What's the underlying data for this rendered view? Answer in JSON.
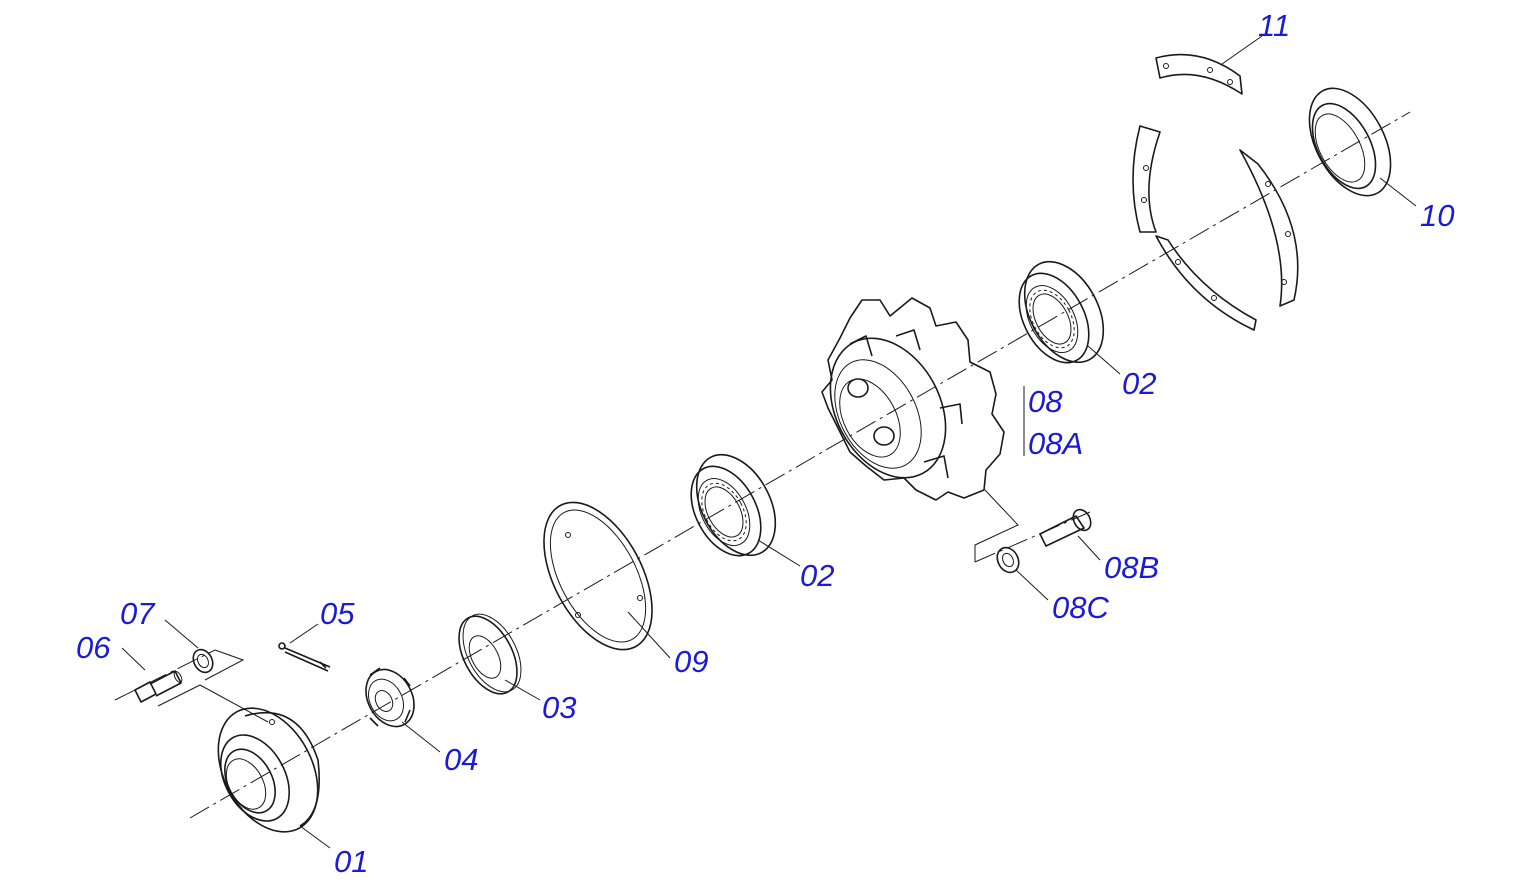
{
  "colors": {
    "callout": "#1a1ad8",
    "line": "#1a1a1a",
    "background": "#ffffff"
  },
  "callouts": {
    "c01": "01",
    "c02a": "02",
    "c02b": "02",
    "c03": "03",
    "c04": "04",
    "c05": "05",
    "c06": "06",
    "c07": "07",
    "c08": "08",
    "c08A": "08A",
    "c08B": "08B",
    "c08C": "08C",
    "c09": "09",
    "c10": "10",
    "c11": "11"
  }
}
